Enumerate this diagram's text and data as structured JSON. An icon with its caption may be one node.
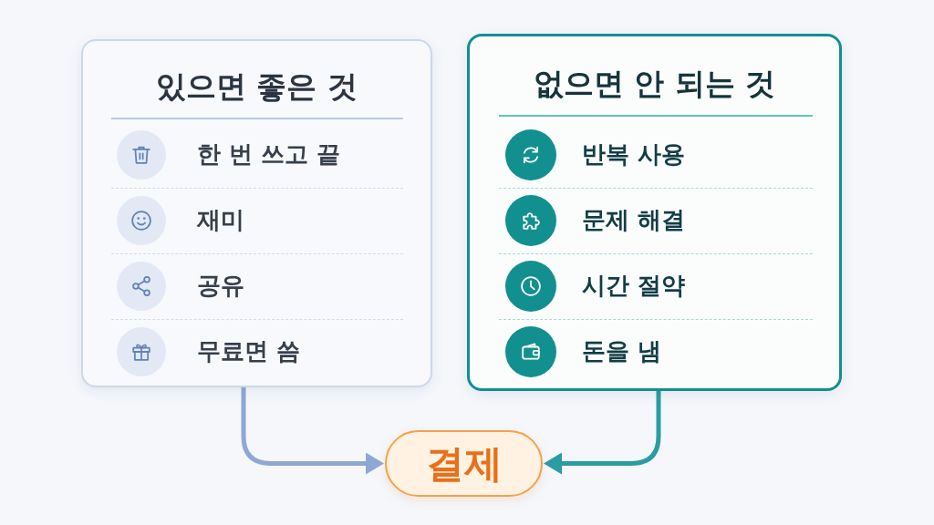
{
  "diagram": {
    "nodes": [
      {
        "text": [
          "있으면 좋은 것"
        ]
      },
      {
        "text": [
          "한 번 쓰고 끝"
        ],
        "in": 0
      },
      {
        "text": [
          "재미"
        ],
        "in": 0
      },
      {
        "text": [
          "공유"
        ],
        "in": 0
      },
      {
        "text": [
          "무료면 씀"
        ],
        "in": 0
      },
      {
        "text": [
          "없으면 안 되는 것"
        ]
      },
      {
        "text": [
          "반복 사용"
        ],
        "in": 5
      },
      {
        "text": [
          "문제 해결"
        ],
        "in": 5
      },
      {
        "text": [
          "시간 절약"
        ],
        "in": 5
      },
      {
        "text": [
          "돈을 냄"
        ],
        "in": 5
      },
      {
        "text": [
          "결제"
        ]
      }
    ],
    "edges": [
      {
        "from": 0,
        "to": 10,
        "arrow": "to",
        "color": "#8ea8d4"
      },
      {
        "from": 5,
        "to": 10,
        "arrow": "to",
        "color": "#2a9da3"
      }
    ]
  }
}
